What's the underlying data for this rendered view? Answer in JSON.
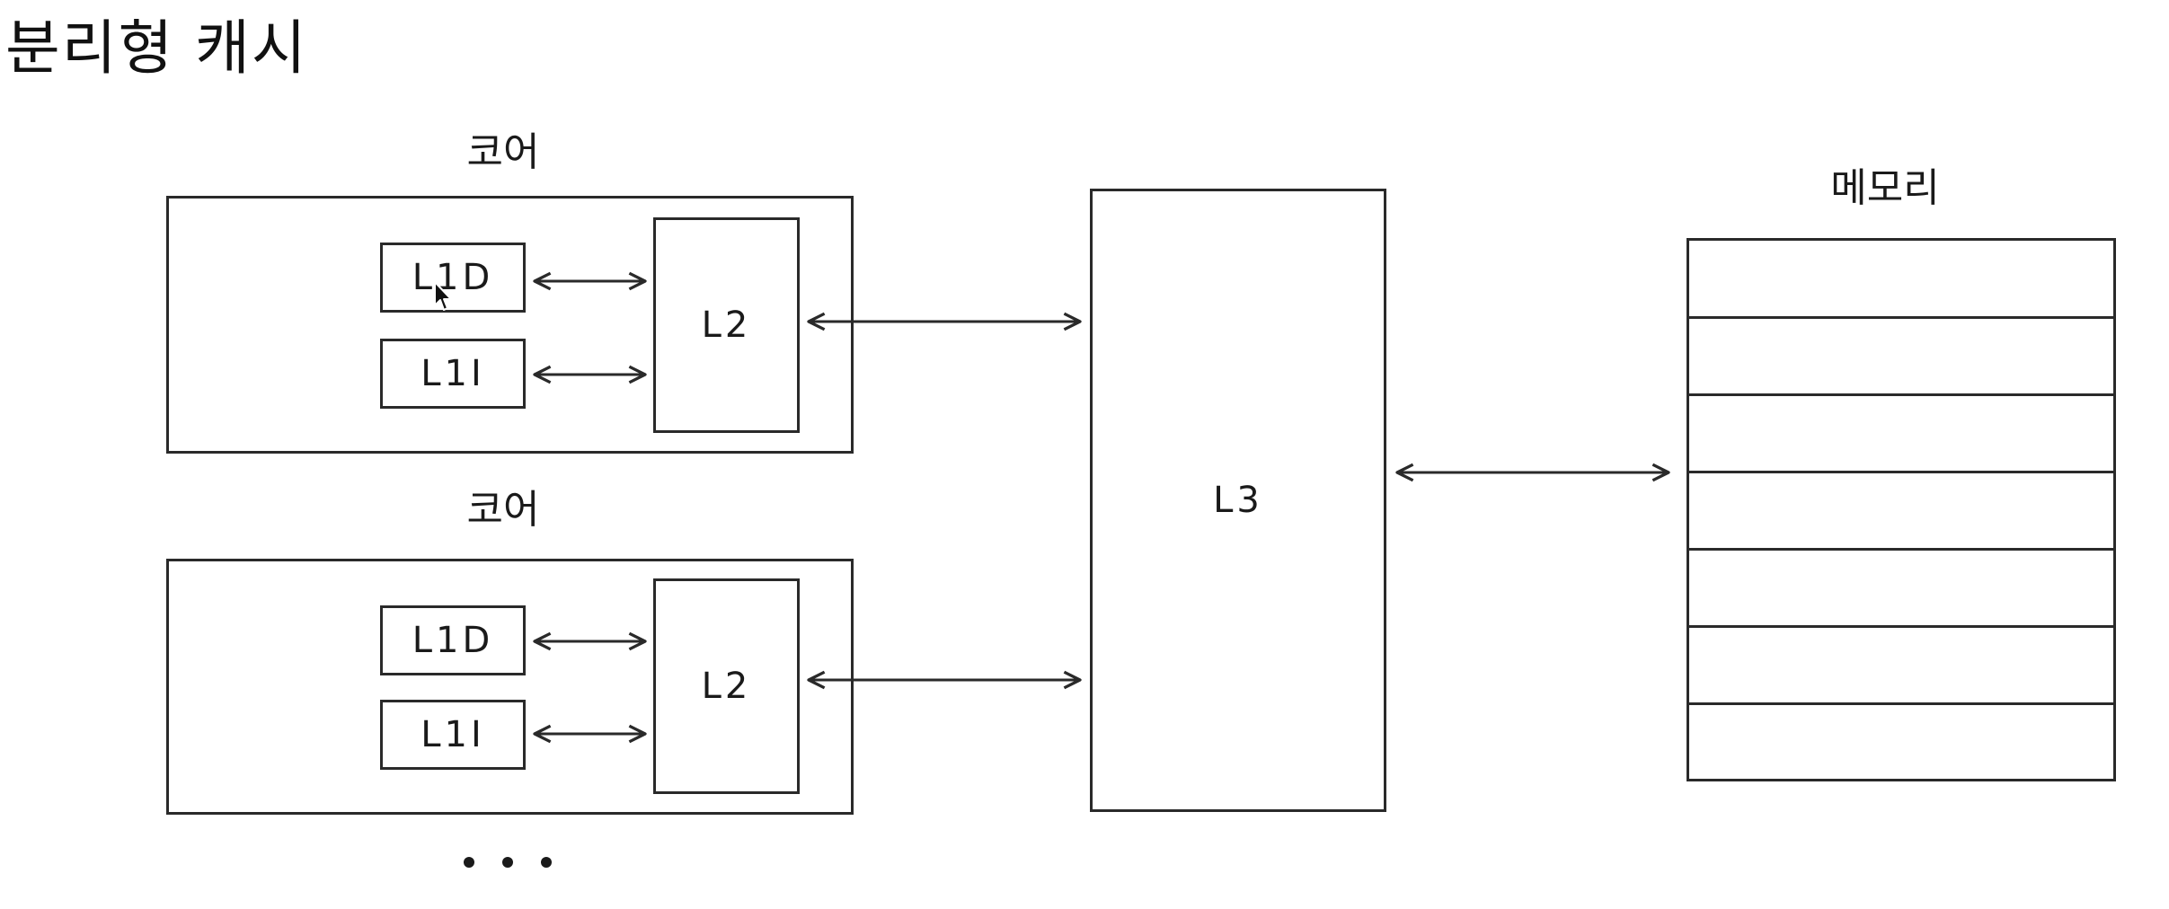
{
  "title": "분리형 캐시",
  "cores": [
    {
      "label": "코어",
      "l1d": "L1D",
      "l1i": "L1I",
      "l2": "L2"
    },
    {
      "label": "코어",
      "l1d": "L1D",
      "l1i": "L1I",
      "l2": "L2"
    }
  ],
  "l3": "L3",
  "memory": {
    "label": "메모리",
    "rows": 7
  },
  "ellipsis": "• • •",
  "icons": {
    "arrow": "double-headed-arrow",
    "cursor": "mouse-pointer"
  },
  "colors": {
    "line": "#2a2a2a",
    "background": "#ffffff"
  }
}
